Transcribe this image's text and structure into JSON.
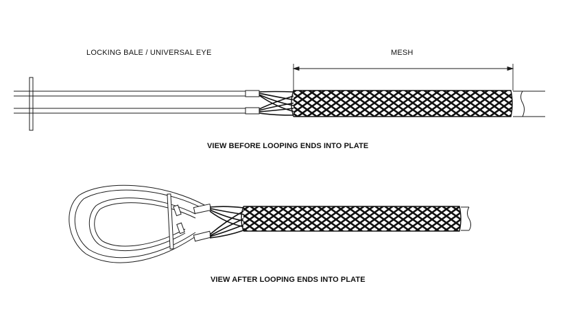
{
  "labels": {
    "locking_bale": "LOCKING BALE / UNIVERSAL EYE",
    "mesh": "MESH",
    "view_before": "VIEW BEFORE LOOPING ENDS INTO PLATE",
    "view_after": "VIEW AFTER LOOPING ENDS INTO PLATE"
  },
  "colors": {
    "line": "#1a1a1a",
    "mesh": "#111111",
    "background": "#ffffff"
  }
}
